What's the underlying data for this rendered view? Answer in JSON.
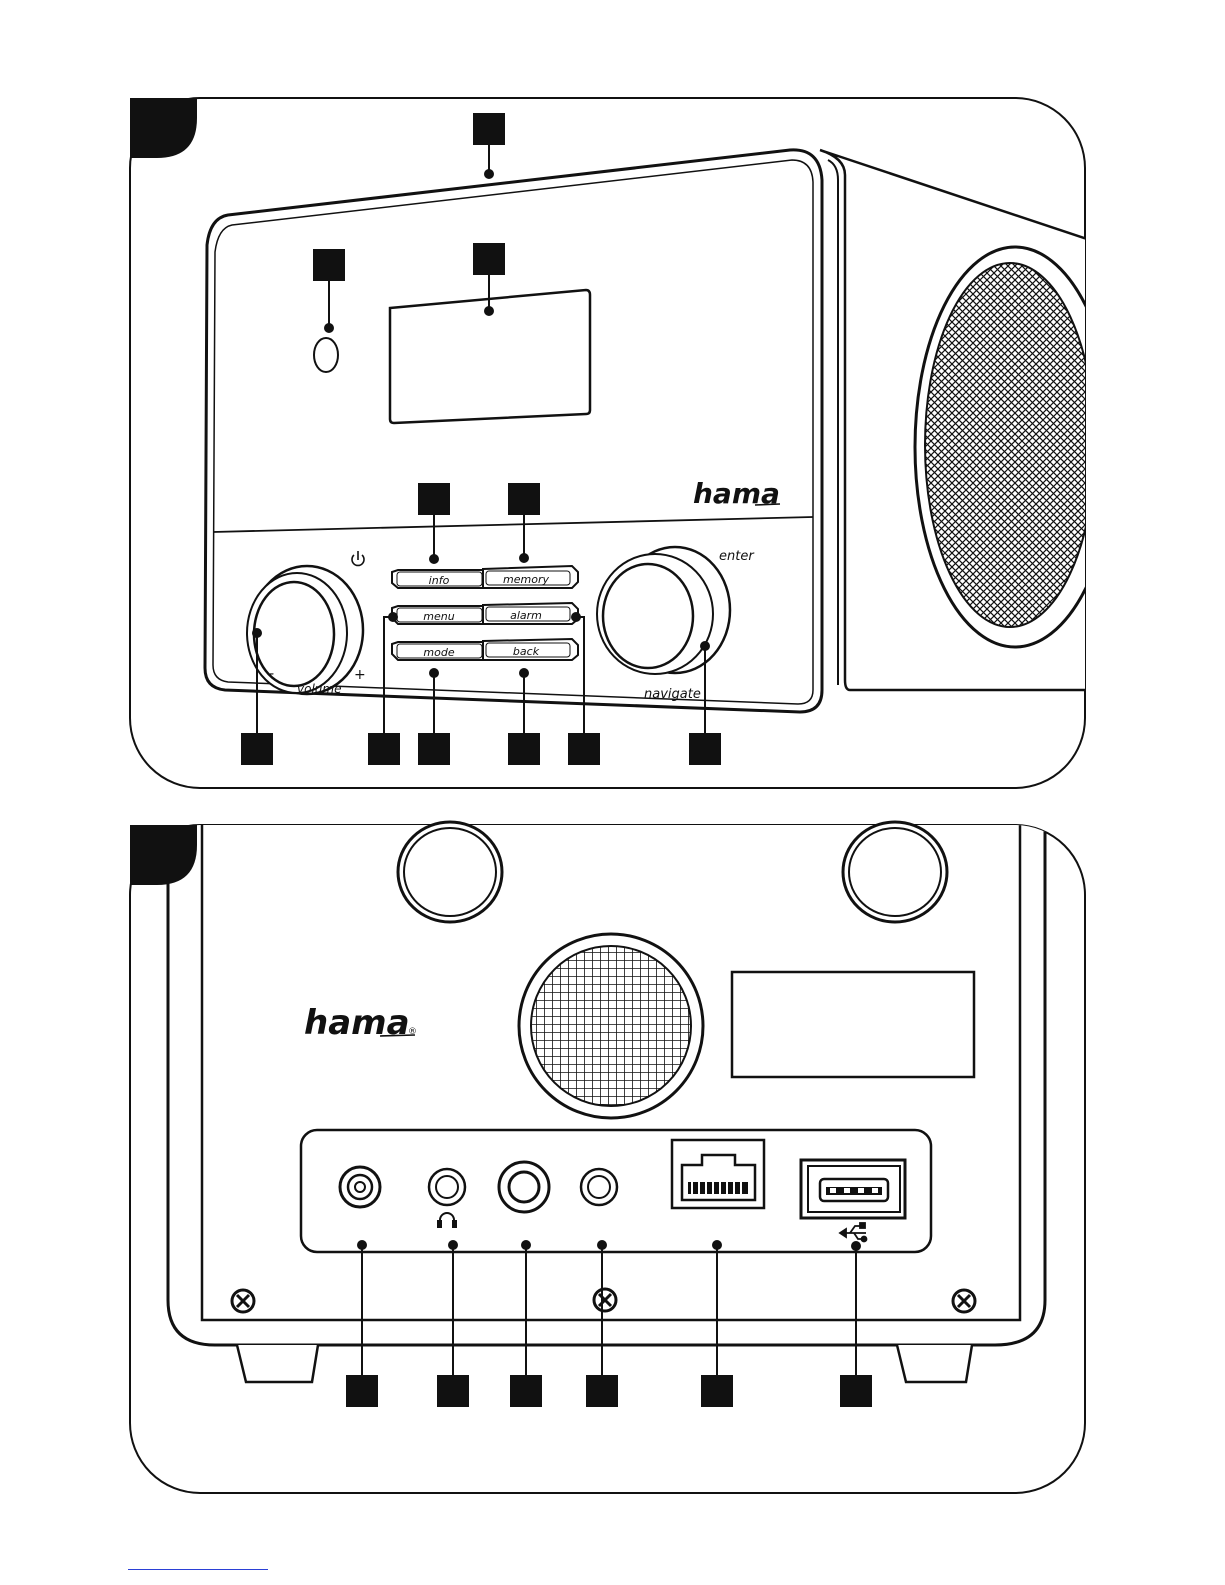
{
  "front": {
    "brand": "hama",
    "buttons": {
      "info": "info",
      "memory": "memory",
      "menu": "menu",
      "alarm": "alarm",
      "mode": "mode",
      "back": "back"
    },
    "knobs": {
      "volume": "volume",
      "minus": "-",
      "plus": "+",
      "enter": "enter",
      "navigate": "navigate"
    }
  },
  "back": {
    "brand": "hama",
    "registered": "®"
  },
  "colors": {
    "ink": "#111111",
    "paper": "#ffffff",
    "link": "#2b40d6"
  },
  "icons": [
    "power-icon",
    "headphone-icon",
    "usb-icon",
    "screw-icon",
    "ethernet-port-icon",
    "usb-port-icon"
  ]
}
